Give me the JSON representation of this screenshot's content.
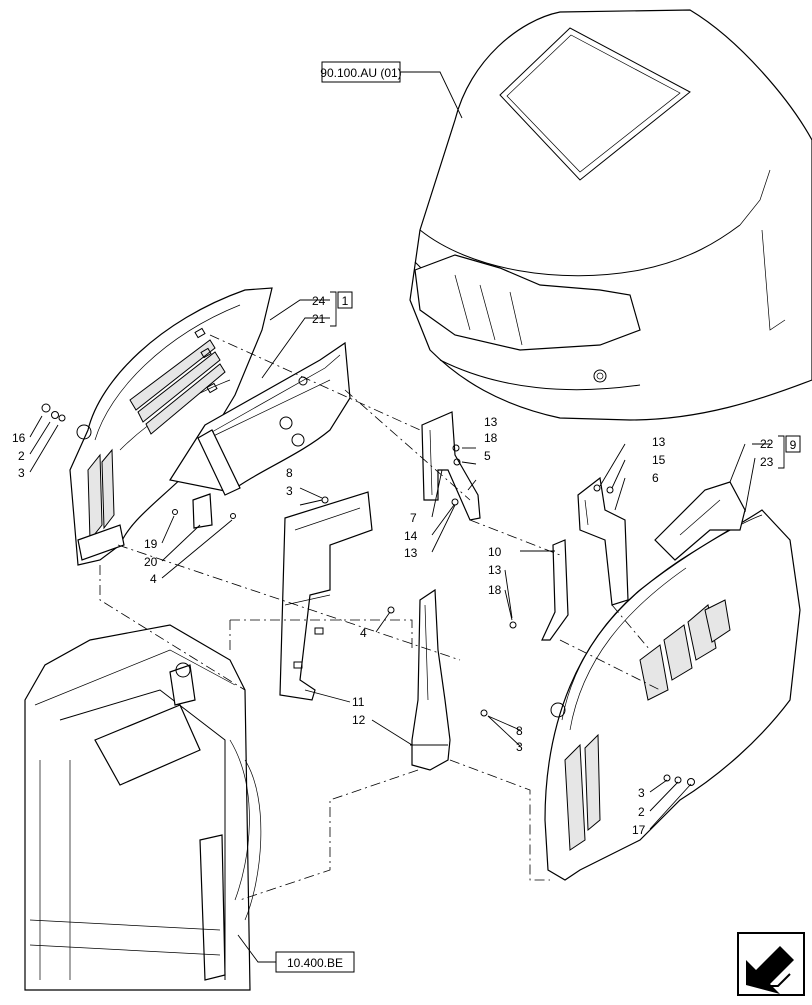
{
  "references": {
    "hood": "90.100.AU (01)",
    "radiator": "10.400.BE"
  },
  "groups": {
    "left": "1",
    "right": "9"
  },
  "callouts": {
    "c24": "24",
    "c21": "21",
    "c16": "16",
    "c2a": "2",
    "c3a": "3",
    "c19": "19",
    "c20": "20",
    "c4a": "4",
    "c8a": "8",
    "c3b": "3",
    "c13a": "13",
    "c18a": "18",
    "c5": "5",
    "c7": "7",
    "c14": "14",
    "c13b": "13",
    "c13c": "13",
    "c15": "15",
    "c6": "6",
    "c22": "22",
    "c23": "23",
    "c10": "10",
    "c13d": "13",
    "c18b": "18",
    "c4b": "4",
    "c11": "11",
    "c12": "12",
    "c8b": "8",
    "c3c": "3",
    "c3d": "3",
    "c2b": "2",
    "c17": "17"
  },
  "icons": {
    "nav": "arrow-icon"
  }
}
